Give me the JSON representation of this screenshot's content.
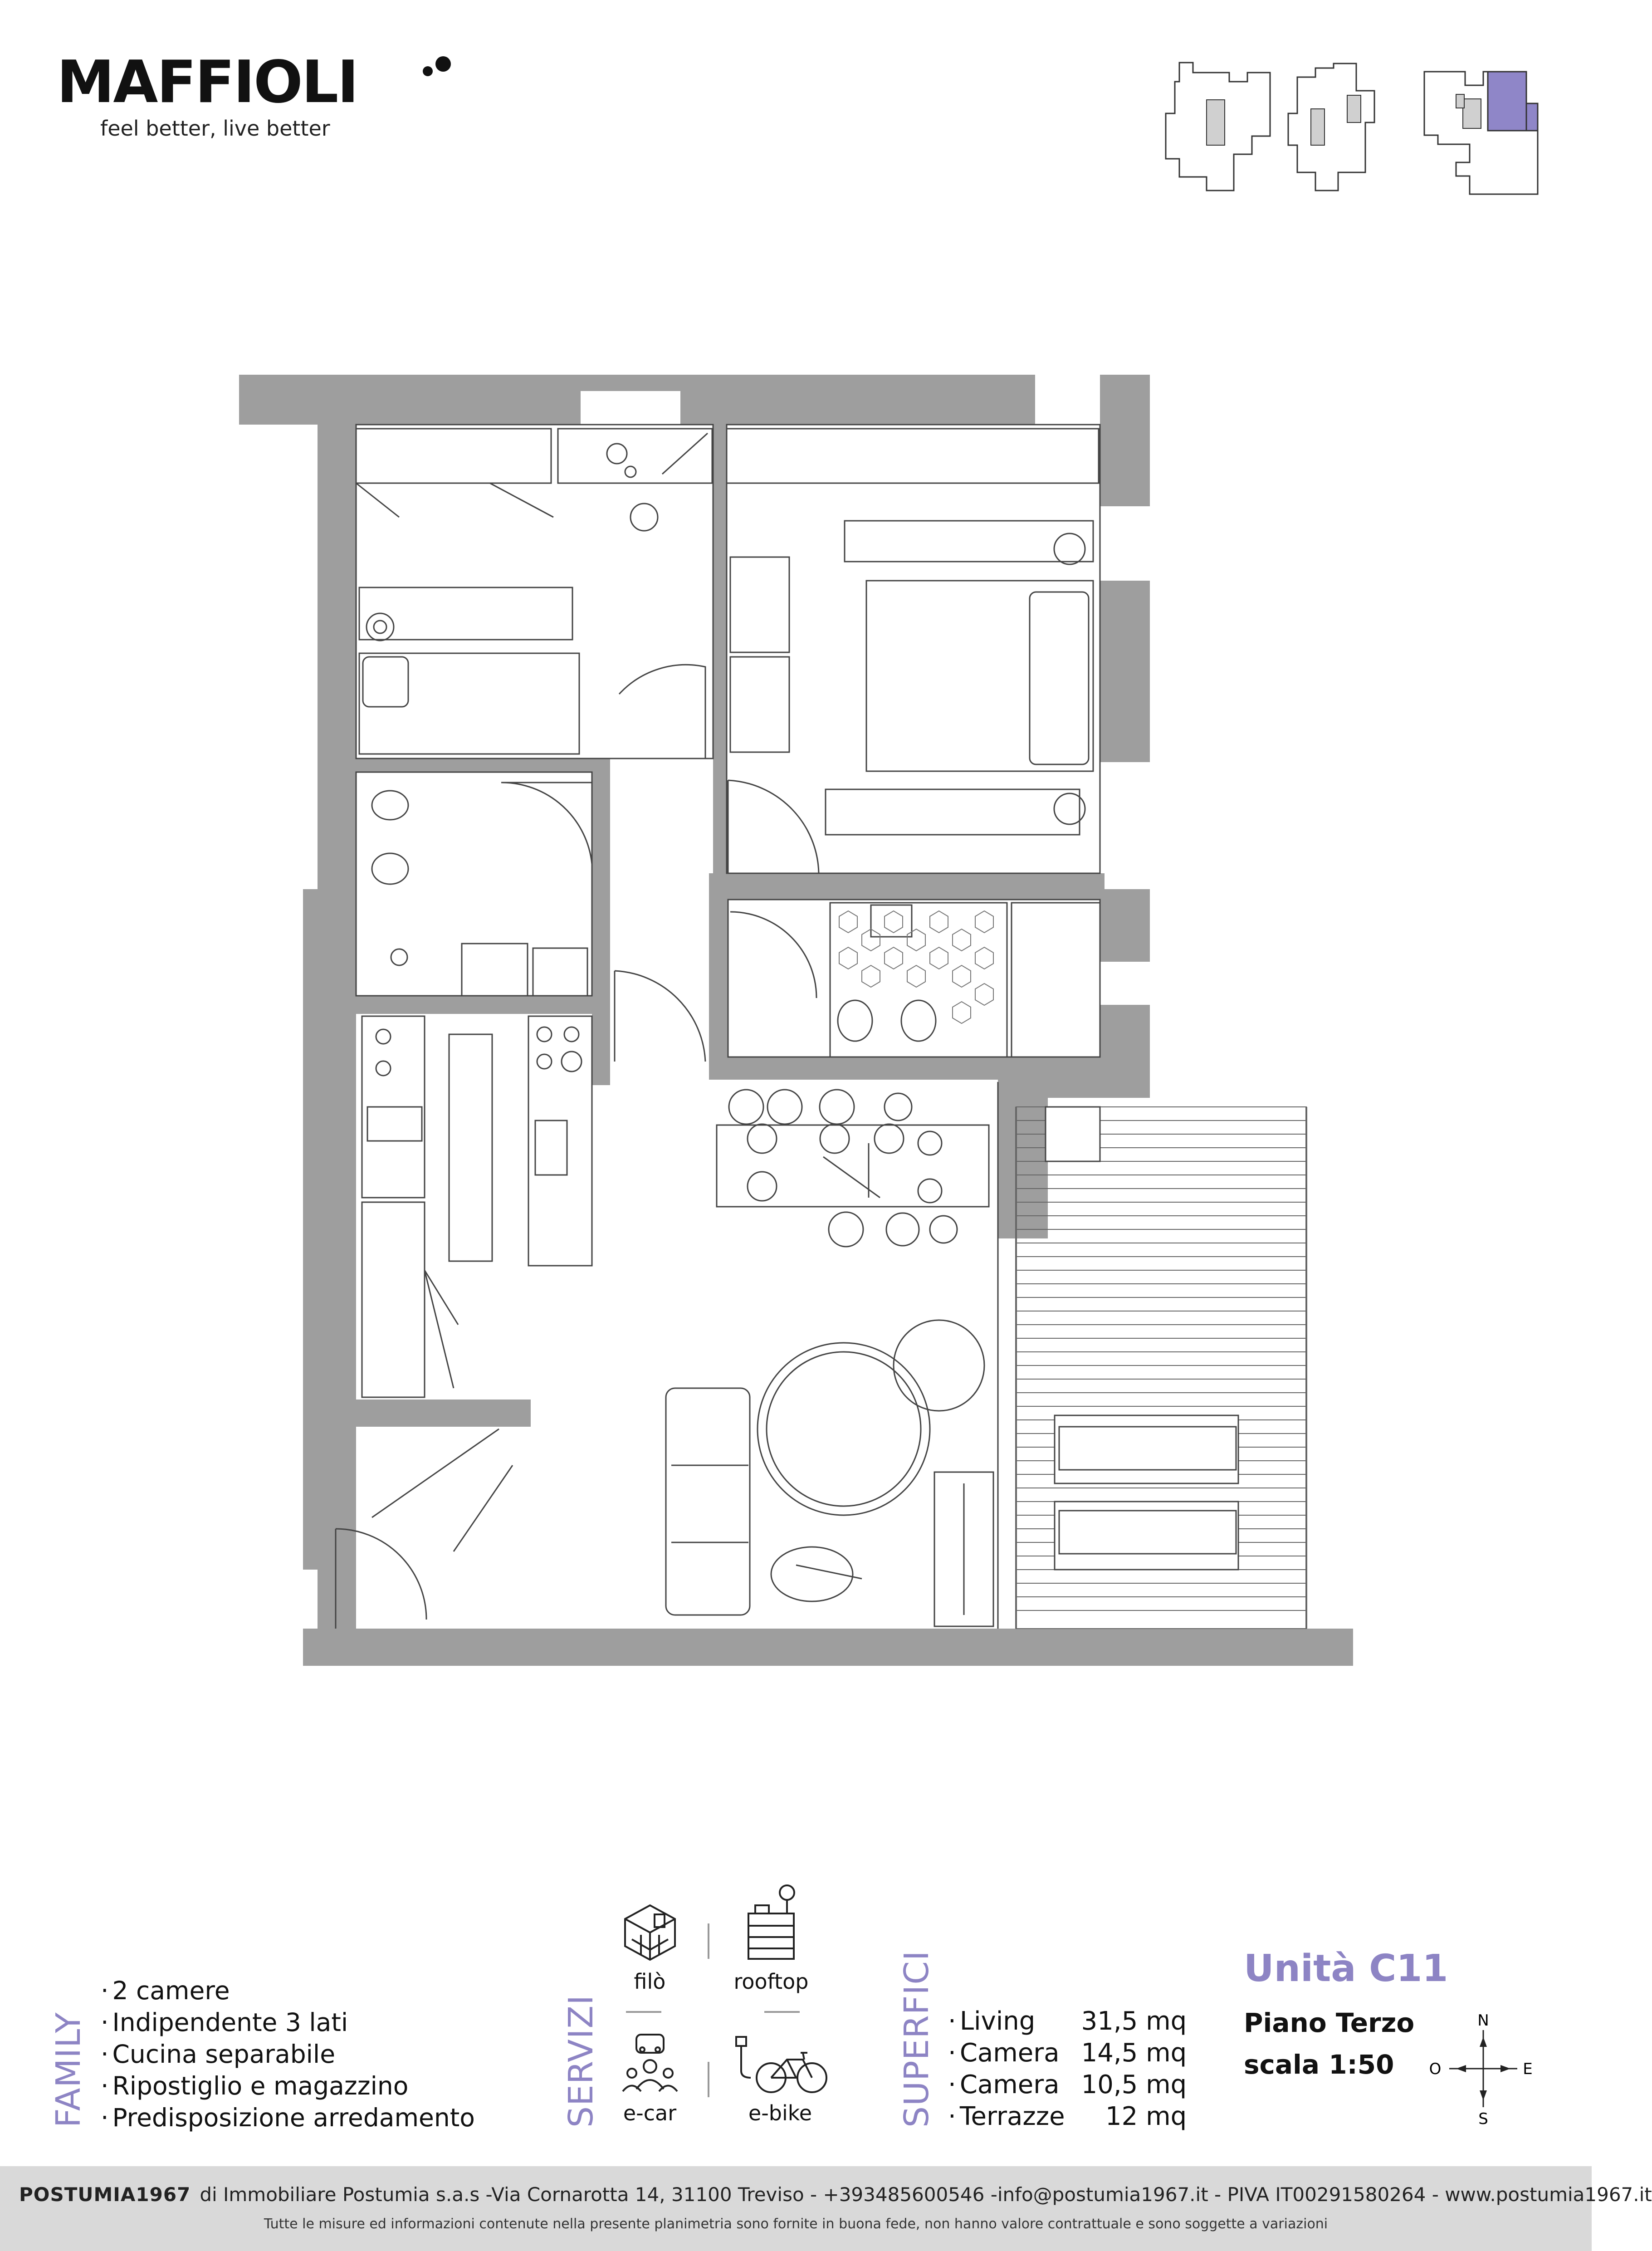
{
  "brand": {
    "name": "MAFFIOLI",
    "tagline": "feel better, live better"
  },
  "family": {
    "label": "FAMILY",
    "items": [
      "2 camere",
      "Indipendente 3 lati",
      "Cucina separabile",
      "Ripostiglio e magazzino",
      "Predisposizione arredamento"
    ]
  },
  "servizi": {
    "label": "SERVIZI",
    "items": [
      {
        "label": "filò",
        "icon": "filo-icon"
      },
      {
        "label": "rooftop",
        "icon": "rooftop-icon"
      },
      {
        "label": "e-car",
        "icon": "e-car-icon"
      },
      {
        "label": "e-bike",
        "icon": "e-bike-icon"
      }
    ]
  },
  "superfici": {
    "label": "SUPERFICI",
    "rows": [
      {
        "name": "Living",
        "value": "31,5 mq"
      },
      {
        "name": "Camera",
        "value": "14,5 mq"
      },
      {
        "name": "Camera",
        "value": "10,5 mq"
      },
      {
        "name": "Terrazze",
        "value": "12 mq"
      }
    ]
  },
  "unit": {
    "title": "Unità C11",
    "floor": "Piano Terzo",
    "scale": "scala 1:50"
  },
  "compass": {
    "n": "N",
    "s": "S",
    "e": "E",
    "o": "O"
  },
  "footer": {
    "brand": "POSTUMIA1967",
    "info": "di Immobiliare Postumia s.a.s -Via Cornarotta 14, 31100 Treviso - +393485600546 -info@postumia1967.it - PIVA IT00291580264 - www.postumia1967.it",
    "disclaimer": "Tutte le misure ed informazioni contenute nella presente planimetria sono fornite in buona fede, non hanno valore contrattuale e sono soggette a variazioni"
  },
  "colors": {
    "accent": "#8d84c4",
    "wall": "#9e9e9e",
    "footer_bg": "#d9d9d9",
    "highlight": "#8f86c8"
  }
}
